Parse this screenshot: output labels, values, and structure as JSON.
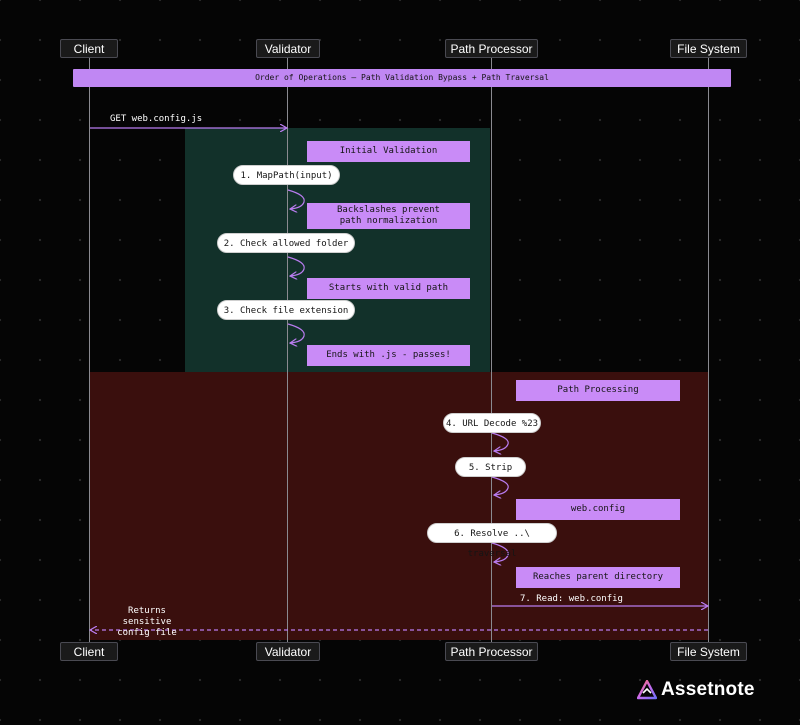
{
  "actors": {
    "client": "Client",
    "validator": "Validator",
    "path_processor": "Path Processor",
    "file_system": "File System"
  },
  "banner": "Order of Operations – Path Validation Bypass + Path Traversal",
  "request": {
    "label": "GET web.config.js"
  },
  "validation": {
    "region_color": "#12312a",
    "title": "Initial Validation",
    "steps": [
      {
        "label": "1. MapPath(input)",
        "note": "Backslashes prevent\npath normalization"
      },
      {
        "label": "2. Check allowed folder",
        "note": "Starts with valid path"
      },
      {
        "label": "3. Check file extension",
        "note": "Ends with .js - passes!"
      }
    ]
  },
  "processing": {
    "region_color": "#3a0f0d",
    "title": "Path Processing",
    "steps": [
      {
        "label": "4. URL Decode %23",
        "note": ""
      },
      {
        "label": "5. Strip",
        "note": "web.config"
      },
      {
        "label": "6. Resolve ..\\ traversal",
        "note": "Reaches parent directory"
      }
    ]
  },
  "read": {
    "label": "7. Read: web.config"
  },
  "response": {
    "label": "Returns sensitive\nconfig file"
  },
  "colors": {
    "note": "#c98bf7",
    "banner": "#c087f3",
    "arrow": "#b97cf0",
    "lifeline": "#8a8a90"
  },
  "logo": {
    "text": "Assetnote",
    "icon": "assetnote-logo-icon"
  }
}
